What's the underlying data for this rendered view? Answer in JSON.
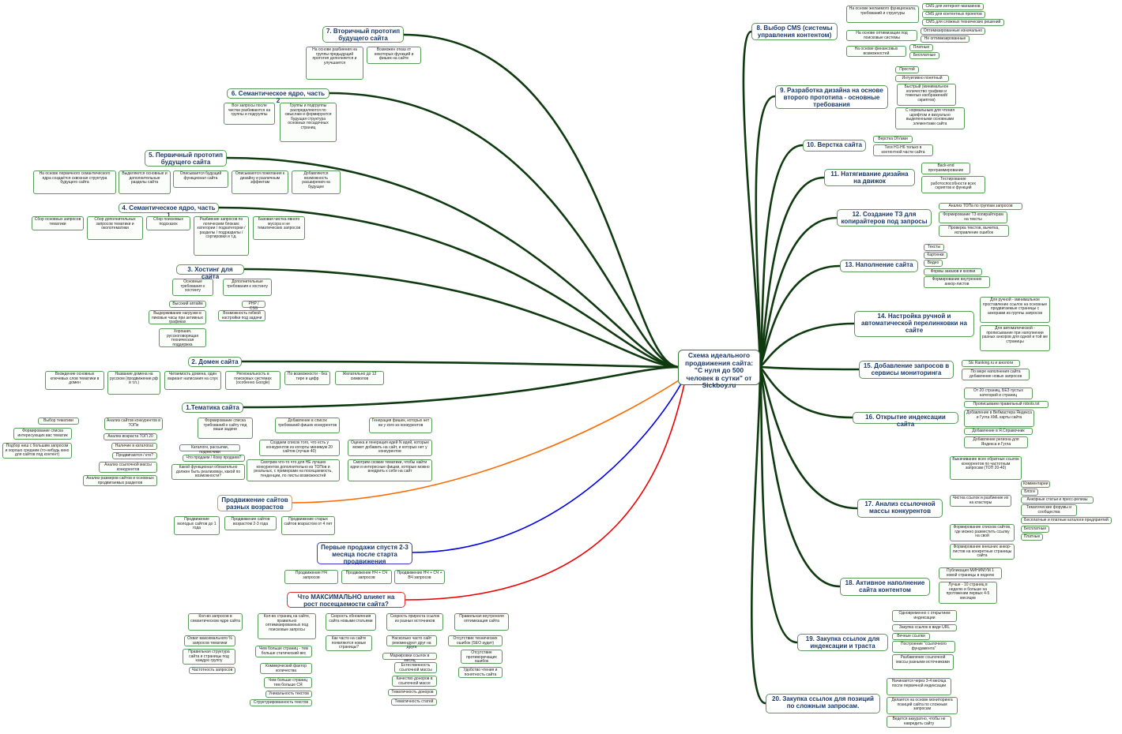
{
  "center": "Схема идеального продвижения сайта: \"С нуля до 500 человек в сутки\" от Sickboy.ru",
  "colors": {
    "branch": "#0f3a0f",
    "orange": "#ff6a00",
    "blue": "#0000ee",
    "red": "#ee0000",
    "border": "#5a9a5a"
  },
  "left": [
    {
      "id": "n7",
      "title": "7. Вторичный прототип будущего сайта",
      "children": [
        "На основе разбиения на группы предыдущий прототип дополняется и улучшается",
        "Возможен отказ от некоторых функций и фишек на сайте"
      ]
    },
    {
      "id": "n6",
      "title": "6. Семантическое ядро, часть 2",
      "children": [
        "Все запросы после чистки разбиваются на группы и подгруппы",
        "Группы и подгруппы распределяются по смыслам и формируются будущая структура основных посадочных страниц"
      ]
    },
    {
      "id": "n5",
      "title": "5. Первичный прототип будущего сайта",
      "children": [
        "На основе первичного семантического ядра создаётся сквозная структура будущего сайта",
        "Выделяются основные и дополнительные разделы сайта",
        "Описывается будущий функционал сайта",
        "Описываются пожелания к дизайну и различным эффектам",
        "Добавляются возможность расширения на будущее"
      ]
    },
    {
      "id": "n4",
      "title": "4. Семантическое ядро, часть 1",
      "children": [
        "Сбор основных запросов тематики",
        "Сбор дополнительных запросов тематики и околотематики",
        "Сбор поисковых подсказок",
        "Разбиение запросов по логическим блокам: категории / подкатегории / разделы / подразделы / сортировки и т.д.",
        "Базовая чистка явного мусора и не тематических запросов"
      ]
    },
    {
      "id": "n3",
      "title": "3. Хостинг для сайта",
      "groups": [
        {
          "title": "Основные требования к хостингу",
          "items": [
            "Высокий аптайм",
            "Выдерживание нагрузки в пиковые часы при активных графиках",
            "Хорошая, русскоговорящая техническая поддержка"
          ]
        },
        {
          "title": "Дополнительные требования к хостингу",
          "items": [
            "PHP / CSS",
            "Возможность гибкой настройки под задачи"
          ]
        }
      ]
    },
    {
      "id": "n2",
      "title": "2. Домен сайта",
      "children": [
        "Вхождение основных ключевых слов тематики в домен",
        "Название домена на русском (продвижение.рф и т.п.)",
        "Читаемость домена, один вариант написания на слух",
        "Региональность в поисковых системах (особенно Google)",
        "По возможности - без тире и цифр",
        "Желательно до 12 символов"
      ]
    },
    {
      "id": "n1",
      "title": "1.Тематика сайта",
      "groups": [
        {
          "title": "Выбор тематики",
          "items": [
            "Формирование списка интересующих вас тематик",
            "Подбор ниш с большим запросом и хорошо средним (то-нибудь кино для сайтов под контент)"
          ]
        },
        {
          "title": "Анализ сайтов конкурентов в ТОПе",
          "items": [
            "Анализ возраста ТОП 20",
            "Наличие в каталогах",
            "Продвигаются / кто?",
            "Анализ ссылочной массы конкурентов",
            "Анализ размеров сайтов и основных продвигаемых разделов"
          ]
        },
        {
          "title": "Формирование списка требований к сайту под ваши задачи",
          "items": [
            "Каталоги, рассылки, подписчики",
            "Что продаем / Кому продаем?",
            "Какой функционал обязательно должен быть реализован, какой по возможности?"
          ]
        },
        {
          "title": "Добавление в список требований фишек конкурентов",
          "items": [
            "Создаем список того, что есть у конкурентов из когорты минимум 20 сайтов (лучше 40)",
            "Смотрим что-то что для НЕ лучших конкурентов дополнительно из ТОПов и реальных, с примерами на посещаемость, тенденции, по листы возможностей"
          ]
        },
        {
          "title": "Генерация фишек, которых нет ни у кого из конкурентов",
          "items": [
            "Оценка и генерация идей N идей, которые может добавить на сайт, и которых нет у конкурентов",
            "Смотрим схожие тематики, чтобы найти идеи и интересные фишки, которые можно внедрить к себе на сайт"
          ]
        }
      ]
    }
  ],
  "colored": [
    {
      "id": "o",
      "title": "Продвижение сайтов разных возрастов",
      "items": [
        "Продвижение молодых сайтов до 1 года",
        "Продвижение сайтов возрастом 2-3 года",
        "Продвижение старых сайтов возрастом от 4 лет"
      ]
    },
    {
      "id": "b",
      "title": "Первые продажи спустя 2-3 месяца после старта продвижения",
      "items": [
        "Продвижение НЧ запросов",
        "Продвижение НЧ + СЧ запросов",
        "Продвижение НЧ + СЧ + ВЧ запросов"
      ]
    },
    {
      "id": "r",
      "title": "Что МАКСИМАЛЬНО влияет на рост посещаемости сайта?",
      "groups": [
        {
          "title": "Кол-во запросов в семантическом ядре сайта",
          "items": [
            "Охват максимального % запросов тематики",
            "Правильная структура сайта и страницы под каждую группу",
            "Частотность запросов"
          ]
        },
        {
          "title": "Кол-во страниц на сайте, правильно оптимизированных под поисковые запросы",
          "items": [
            "Чем больше страниц - тем больше статический вес",
            "Коммерческий фактор количества",
            "Чем больше страниц тем больше СЯ",
            "Уникальность текстов",
            "Структурированность текстов"
          ]
        },
        {
          "title": "Скорость обновления сайта новыми статьями",
          "items": [
            "Как часто на сайте появляются новые страницы?"
          ]
        },
        {
          "title": "Скорость прироста ссылок из разных источников",
          "items": [
            "Насколько часто сайт рекомендуют друг на друга",
            "Маркировки ссылок в месяц",
            "Естественность ссылочной массы",
            "Качество доноров в ссылочной массе",
            "Тематичность доноров",
            "Тематичность статей"
          ]
        },
        {
          "title": "Правильная внутренняя оптимизация сайта",
          "items": [
            "Отсутствие технических ошибок (SEO аудит)",
            "Отсутствие противоречащих ошибок",
            "Удобство чтения и понятность сайта"
          ]
        }
      ]
    }
  ],
  "right": [
    {
      "id": "r8",
      "title": "8. Выбор CMS (системы управления контентом)",
      "groups": [
        {
          "title": "На основе желаемого функционала, требований и структуры",
          "items": [
            "CMS для интернет-магазинов",
            "CMS для контентных проектов",
            "CMS для сложных технических решений"
          ]
        },
        {
          "title": "На основе оптимизации под поисковые системы",
          "items": [
            "Оптимизированные изначально",
            "Не оптимизированные"
          ]
        },
        {
          "title": "На основе финансовых возможностей",
          "items": [
            "Платные",
            "Бесплатные"
          ]
        }
      ]
    },
    {
      "id": "r9",
      "title": "9. Разработка дизайна на основе второго прототипа - основные требования",
      "children": [
        "Простой",
        "Интуитивно понятный",
        "Быстрый (минимальное количество графики и тяжелых изображений/скриптов)",
        "С нормальным для чтения шрифтом и визуально выделенными основными элементами сайта"
      ]
    },
    {
      "id": "r10",
      "title": "10. Верстка сайта",
      "children": [
        "Верстка DIVами",
        "Теги H1-H6 только в контентной части сайта"
      ]
    },
    {
      "id": "r11",
      "title": "11. Натягивание дизайна на движок",
      "children": [
        "Back-end программирование",
        "Тестирование работоспособности всех скриптов и функций"
      ]
    },
    {
      "id": "r12",
      "title": "12. Создание ТЗ для копирайтеров под запросы",
      "children": [
        "Анализ ТОПа по группам запросов",
        "Формирование ТЗ копирайтерам на тексты",
        "Проверка текстов, вычитка, исправление ошибок"
      ]
    },
    {
      "id": "r13",
      "title": "13. Наполнение сайта",
      "children": [
        "Тексты",
        "Картинки",
        "Видео",
        "Формы заказов и кнопки",
        "Формирование внутренних анкор-листов"
      ]
    },
    {
      "id": "r14",
      "title": "14. Настройка ручной и автоматической перелинковки на сайте",
      "children": [
        "Для ручной - минимальное проставление ссылок на основные продвигаемые страницы с анкорами из группы запросов",
        "Для автоматической - прописывание при наполнении разных анкоров для одной и той же страницы"
      ]
    },
    {
      "id": "r15",
      "title": "15. Добавление запросов в сервисы мониторинга",
      "children": [
        "SE Ranking.ru и анологи",
        "По мере наполнения сайта добавление новых запросов"
      ]
    },
    {
      "id": "r16",
      "title": "16. Открытие индексации сайта",
      "children": [
        "От 20 страниц, БЕЗ пустых категорий и страниц",
        "Прописываем правильный robots.txt",
        "Добавление в Вебмастера Яндекса и Гугла XML карты сайта",
        "Добавление в Я.Справочник",
        "Добавление региона для Яндекса и Гугла"
      ]
    },
    {
      "id": "r17",
      "title": "17. Анализ ссылочной массы конкурентов",
      "groups": [
        {
          "title": "Выкачивание всех обратных ссылок конкурентов по частотным запросам (ТОП 20-40)",
          "items": []
        },
        {
          "title": "Чистка ссылок и разбиение их на кластеры",
          "items": [
            "Комментарии",
            "Блоги",
            "Анкорные статьи и пресс-релизы",
            "Тематические форумы и сообщества",
            "Бесплатные и платные каталоги предприятий"
          ]
        },
        {
          "title": "Формирование списков сайтов, где можно разместить ссылку на свой",
          "items": [
            "Бесплатные",
            "Платные"
          ]
        },
        {
          "title": "Формирование внешних анкор-листов на конкретные страницы сайта",
          "items": []
        }
      ]
    },
    {
      "id": "r18",
      "title": "18. Активное наполнение сайта контентом",
      "children": [
        "Публикация МИНИМУМ 1 новой страницы в неделю",
        "Лучше - 10 страниц в неделю и больше на протяжении первых 4-5 месяцев"
      ]
    },
    {
      "id": "r19",
      "title": "19. Закупка ссылок для индексации и траста",
      "children": [
        "Одновременно с открытием индексации",
        "Закупка ссылок в виде URL",
        "Вечные ссылки",
        "Построение \"ссылочного фундамента\"",
        "Разбавление ссылочной массы разными источниками"
      ]
    },
    {
      "id": "r20",
      "title": "20. Закупка ссылок для позиций по сложным запросам.",
      "children": [
        "Начинается через 3-4 месяца после первичной индексации",
        "Делается на основе мониторинга позиций сайта по сложным запросам",
        "Ведется аккуратно, чтобы не навредить сайту"
      ]
    }
  ]
}
